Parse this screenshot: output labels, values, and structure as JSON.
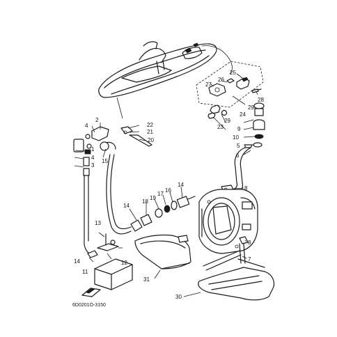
{
  "diagram": {
    "drawing_code": "6D0201O-3150",
    "callouts": {
      "c1": "1",
      "c2": "2",
      "c3": "3",
      "c4a": "4",
      "c4b": "4",
      "c5": "5",
      "c6": "6",
      "c7": "7",
      "c8a": "8",
      "c8b": "8",
      "c9": "9",
      "c10": "10",
      "c11": "11",
      "c12": "12",
      "c13": "13",
      "c14a": "14",
      "c14b": "14",
      "c14c": "14",
      "c15": "15",
      "c16": "16",
      "c17": "17",
      "c18": "18",
      "c19": "19",
      "c20": "20",
      "c21": "21",
      "c22": "22",
      "c23": "23",
      "c24": "24",
      "c25": "25",
      "c26": "26",
      "c27": "27",
      "c28": "28",
      "c29a": "29",
      "c29b": "29",
      "c30": "30",
      "c31": "31"
    }
  }
}
